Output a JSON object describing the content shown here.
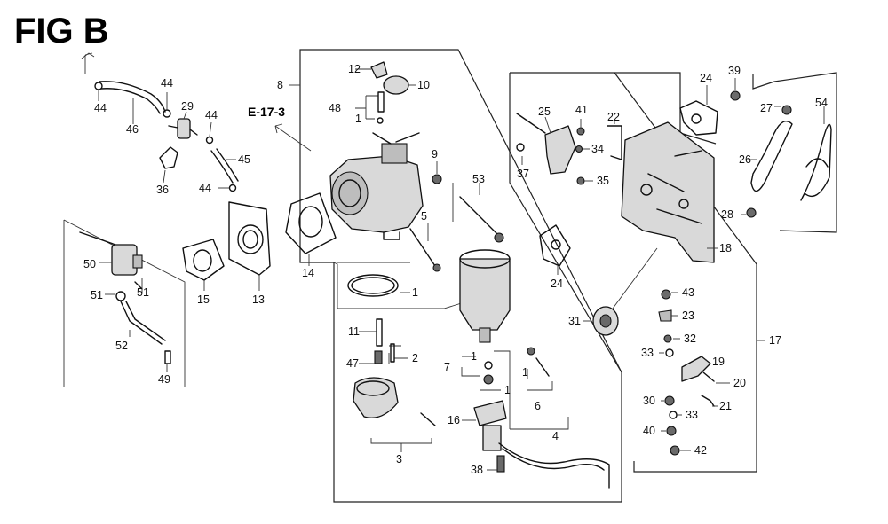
{
  "figure": {
    "title": "FIG B",
    "reference": "E-17-3",
    "callouts": {
      "c1a": "1",
      "c1b": "1",
      "c1c": "1",
      "c1d": "1",
      "c1e": "1",
      "c2": "2",
      "c3": "3",
      "c4": "4",
      "c5": "5",
      "c6": "6",
      "c7": "7",
      "c8": "8",
      "c9": "9",
      "c10": "10",
      "c11": "11",
      "c12": "12",
      "c13": "13",
      "c14": "14",
      "c15": "15",
      "c16": "16",
      "c17": "17",
      "c18": "18",
      "c19": "19",
      "c20": "20",
      "c21": "21",
      "c22": "22",
      "c23": "23",
      "c24a": "24",
      "c24b": "24",
      "c25": "25",
      "c26": "26",
      "c27": "27",
      "c28": "28",
      "c29": "29",
      "c30": "30",
      "c31": "31",
      "c32": "32",
      "c33a": "33",
      "c33b": "33",
      "c34": "34",
      "c35": "35",
      "c36": "36",
      "c37": "37",
      "c38": "38",
      "c39": "39",
      "c40": "40",
      "c41": "41",
      "c42": "42",
      "c43": "43",
      "c44a": "44",
      "c44b": "44",
      "c44c": "44",
      "c44d": "44",
      "c45": "45",
      "c46": "46",
      "c47": "47",
      "c48": "48",
      "c49": "49",
      "c50": "50",
      "c51a": "51",
      "c51b": "51",
      "c52": "52",
      "c53": "53",
      "c54": "54"
    }
  }
}
